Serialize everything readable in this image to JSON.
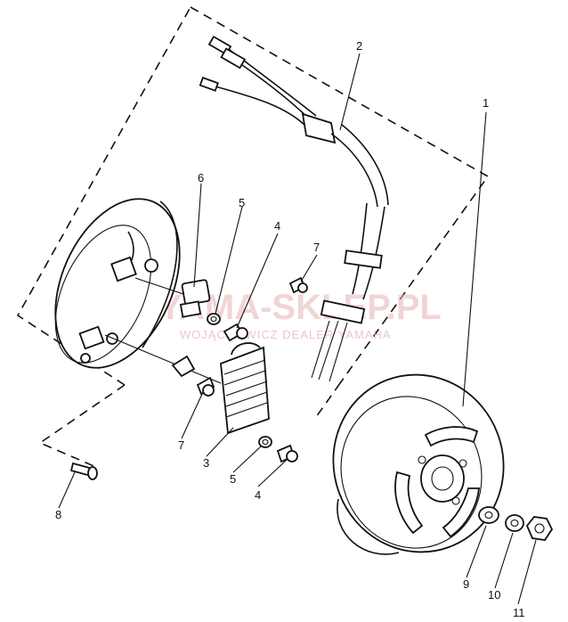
{
  "diagram": {
    "callouts": [
      {
        "id": "1",
        "text": "1"
      },
      {
        "id": "2",
        "text": "2"
      },
      {
        "id": "3",
        "text": "3"
      },
      {
        "id": "4a",
        "text": "4"
      },
      {
        "id": "4b",
        "text": "4"
      },
      {
        "id": "5a",
        "text": "5"
      },
      {
        "id": "5b",
        "text": "5"
      },
      {
        "id": "6",
        "text": "6"
      },
      {
        "id": "7a",
        "text": "7"
      },
      {
        "id": "7b",
        "text": "7"
      },
      {
        "id": "8",
        "text": "8"
      },
      {
        "id": "9",
        "text": "9"
      },
      {
        "id": "10",
        "text": "10"
      },
      {
        "id": "11",
        "text": "11"
      }
    ]
  },
  "watermark": {
    "brand": "YAMA-SKLEP.PL",
    "tagline": "WOJĄCHOWICZ  DEALER YAMAHA"
  },
  "colors": {
    "line": "#111111",
    "watermark": "#e7b3b3",
    "logo": "#e89a9a"
  }
}
